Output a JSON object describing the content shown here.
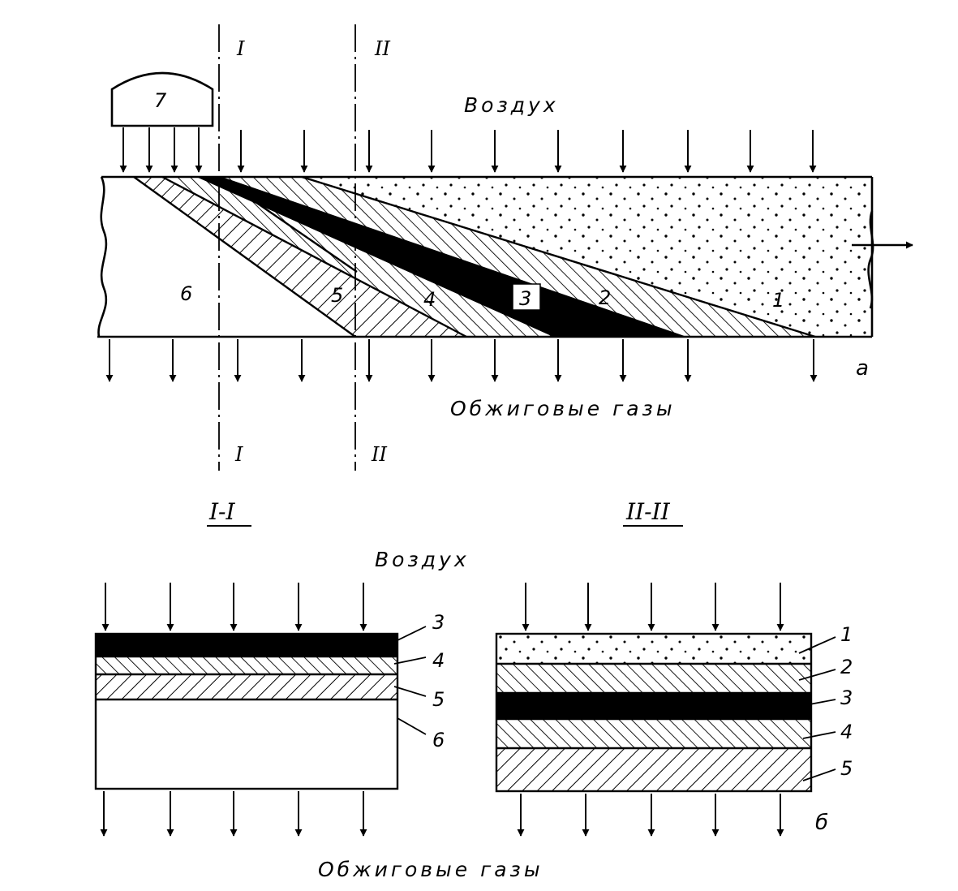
{
  "top": {
    "air_label": "Воздух",
    "gas_label": "Обжиговые газы",
    "fig_letter": "а",
    "section_I_top": "I",
    "section_I_bottom": "I",
    "section_II_top": "II",
    "section_II_bottom": "II",
    "burner_label": "7",
    "zone_labels": [
      "1",
      "2",
      "3",
      "4",
      "5",
      "6"
    ]
  },
  "bottom": {
    "section_I_title": "I-I",
    "section_II_title": "II-II",
    "air_label": "Воздух",
    "gas_label": "Обжиговые газы",
    "fig_letter": "б",
    "left_layer_labels": [
      "3",
      "4",
      "5",
      "6"
    ],
    "right_layer_labels": [
      "1",
      "2",
      "3",
      "4",
      "5"
    ]
  }
}
